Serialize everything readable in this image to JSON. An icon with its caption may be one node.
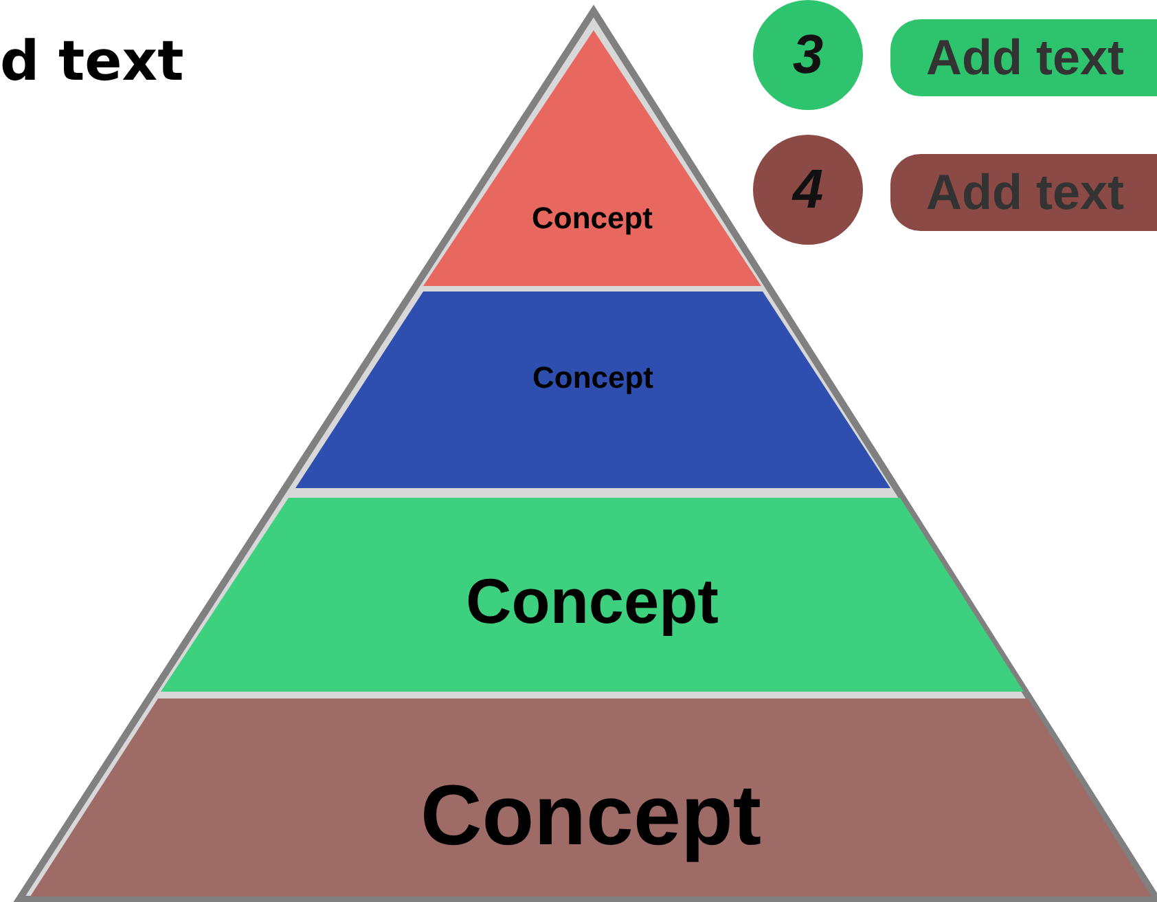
{
  "diagram": {
    "nodes": [
      {
        "text": [
          "3"
        ]
      },
      {
        "text": [
          "Add text"
        ]
      },
      {
        "text": [
          "Concept"
        ]
      },
      {
        "text": [
          "4"
        ]
      },
      {
        "text": [
          "Add text"
        ]
      },
      {
        "text": [
          "Concept"
        ]
      },
      {
        "text": [
          "Concept"
        ]
      },
      {
        "text": [
          "Concept"
        ]
      }
    ],
    "labels": [
      "d text"
    ]
  }
}
